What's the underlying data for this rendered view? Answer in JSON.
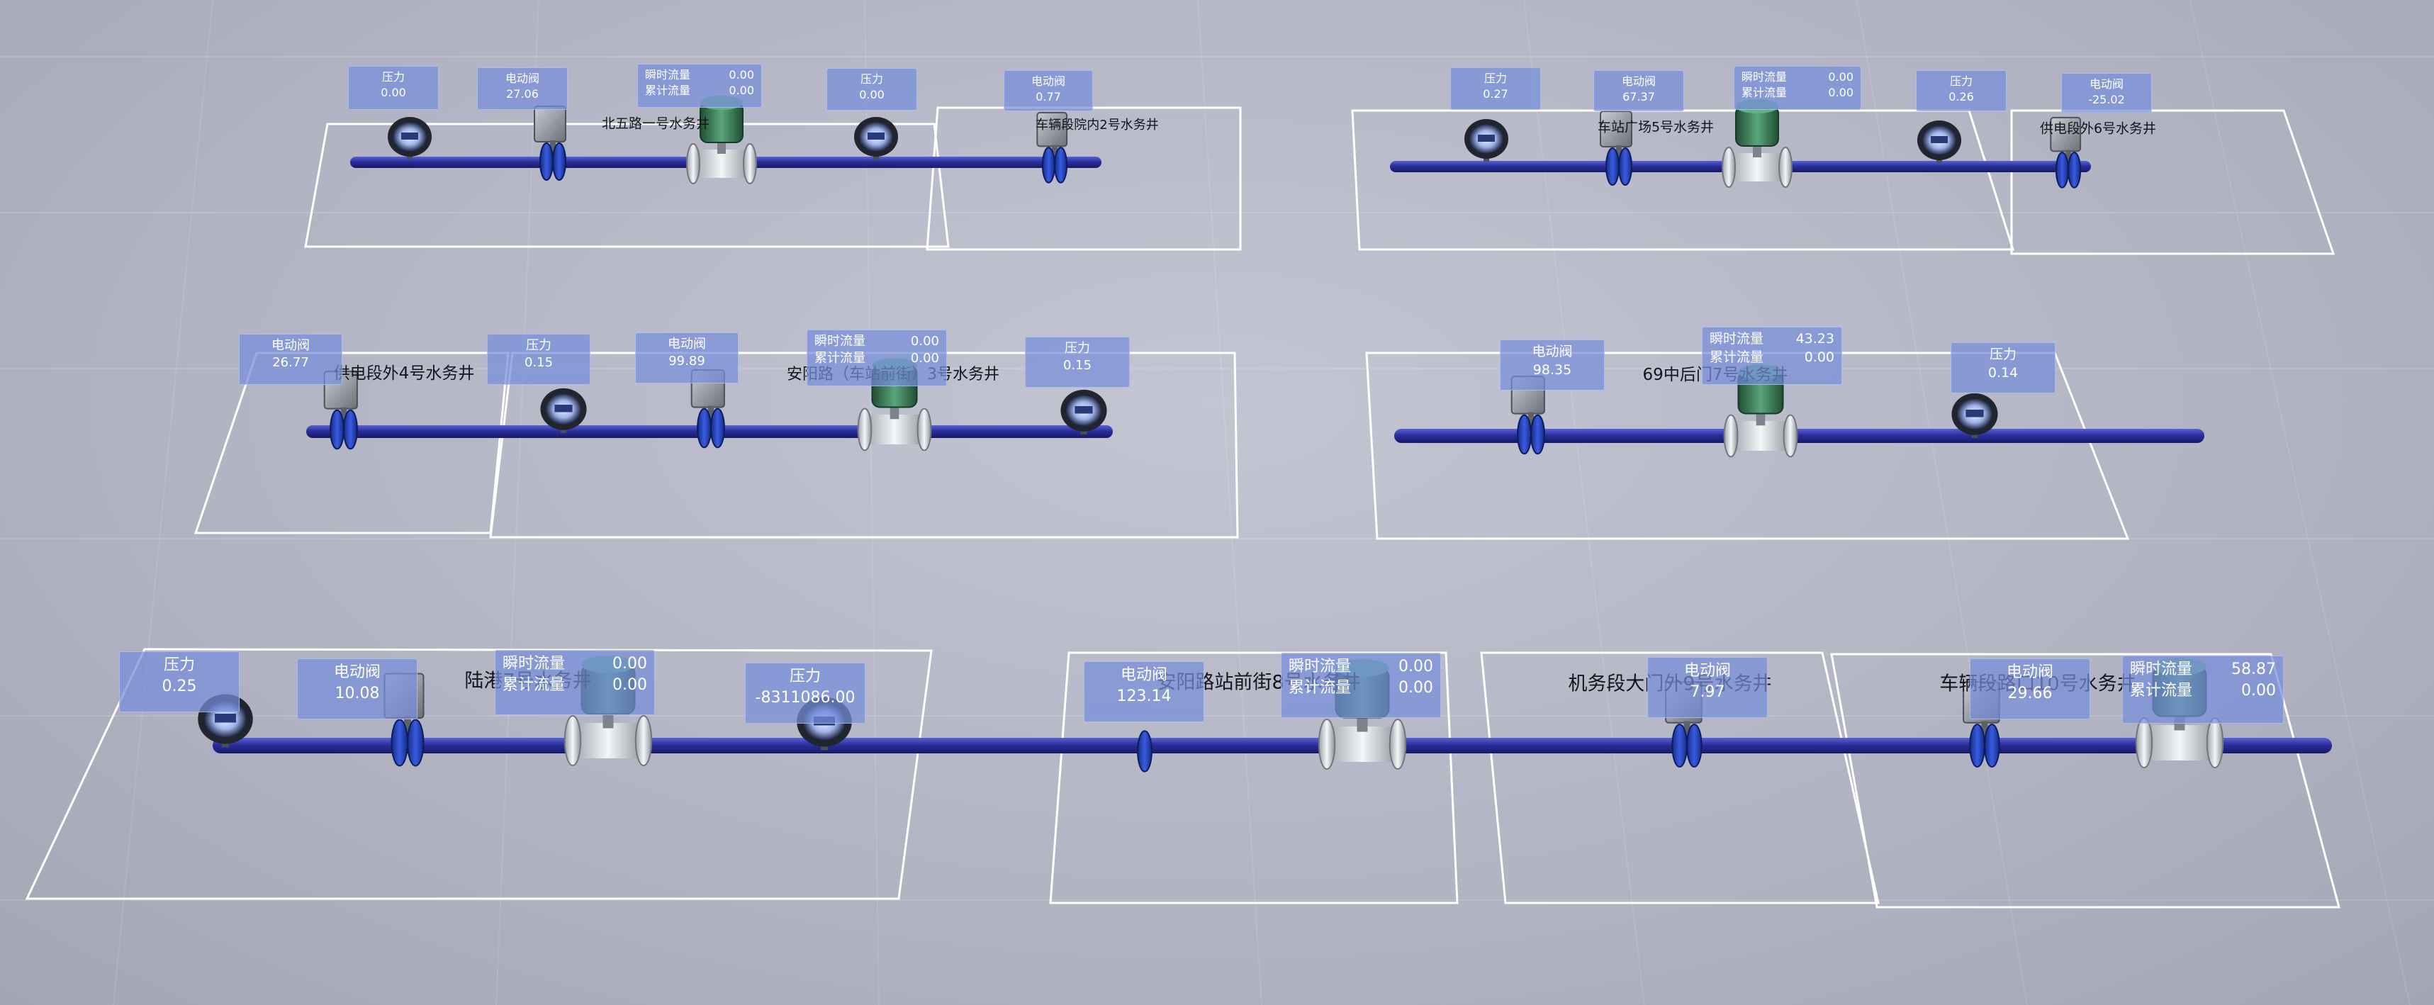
{
  "colors": {
    "pipe": "#2a2f9c",
    "flange": "#1f3fae",
    "panel_bg": "rgba(118,142,218,0.72)",
    "zone_border": "#ffffff",
    "meter_body": "#3f7a52"
  },
  "zones": [
    {
      "label": "北五路一号水务井"
    },
    {
      "label": "车辆段院内2号水务井"
    },
    {
      "label": "车站广场5号水务井"
    },
    {
      "label": "供电段外6号水务井"
    },
    {
      "label": "供电段外4号水务井"
    },
    {
      "label": "安阳路（车站前街）3号水务井"
    },
    {
      "label": "69中后门7号水务井"
    },
    {
      "label": "陆港7号水务井"
    },
    {
      "label": "安阳路站前街8号水务井"
    },
    {
      "label": "机务段大门外9号水务井"
    },
    {
      "label": "车辆段路口10号水务井"
    }
  ],
  "panels": {
    "r1_p1": {
      "title": "压力",
      "value": "0.00"
    },
    "r1_v1": {
      "title": "电动阀",
      "value": "27.06"
    },
    "r1_f1": {
      "inst_label": "瞬时流量",
      "inst_value": "0.00",
      "cum_label": "累计流量",
      "cum_value": "0.00"
    },
    "r1_p2": {
      "title": "压力",
      "value": "0.00"
    },
    "r1_v2": {
      "title": "电动阀",
      "value": "0.77"
    },
    "r1_p3": {
      "title": "压力",
      "value": "0.27"
    },
    "r1_v3": {
      "title": "电动阀",
      "value": "67.37"
    },
    "r1_f2": {
      "inst_label": "瞬时流量",
      "inst_value": "0.00",
      "cum_label": "累计流量",
      "cum_value": "0.00"
    },
    "r1_p4": {
      "title": "压力",
      "value": "0.26"
    },
    "r1_v4": {
      "title": "电动阀",
      "value": "-25.02"
    },
    "r2_v1": {
      "title": "电动阀",
      "value": "26.77"
    },
    "r2_p1": {
      "title": "压力",
      "value": "0.15"
    },
    "r2_v2": {
      "title": "电动阀",
      "value": "99.89"
    },
    "r2_f1": {
      "inst_label": "瞬时流量",
      "inst_value": "0.00",
      "cum_label": "累计流量",
      "cum_value": "0.00"
    },
    "r2_p2": {
      "title": "压力",
      "value": "0.15"
    },
    "r2_v3": {
      "title": "电动阀",
      "value": "98.35"
    },
    "r2_f2": {
      "inst_label": "瞬时流量",
      "inst_value": "43.23",
      "cum_label": "累计流量",
      "cum_value": "0.00"
    },
    "r2_p3": {
      "title": "压力",
      "value": "0.14"
    },
    "r3_p1": {
      "title": "压力",
      "value": "0.25"
    },
    "r3_v1": {
      "title": "电动阀",
      "value": "10.08"
    },
    "r3_f1": {
      "inst_label": "瞬时流量",
      "inst_value": "0.00",
      "cum_label": "累计流量",
      "cum_value": "0.00"
    },
    "r3_p2": {
      "title": "压力",
      "value": "-8311086.00"
    },
    "r3_v2": {
      "title": "电动阀",
      "value": "123.14"
    },
    "r3_f2": {
      "inst_label": "瞬时流量",
      "inst_value": "0.00",
      "cum_label": "累计流量",
      "cum_value": "0.00"
    },
    "r3_v3": {
      "title": "电动阀",
      "value": "7.97"
    },
    "r3_v4": {
      "title": "电动阀",
      "value": "29.66"
    },
    "r3_f3": {
      "inst_label": "瞬时流量",
      "inst_value": "58.87",
      "cum_label": "累计流量",
      "cum_value": "0.00"
    }
  }
}
